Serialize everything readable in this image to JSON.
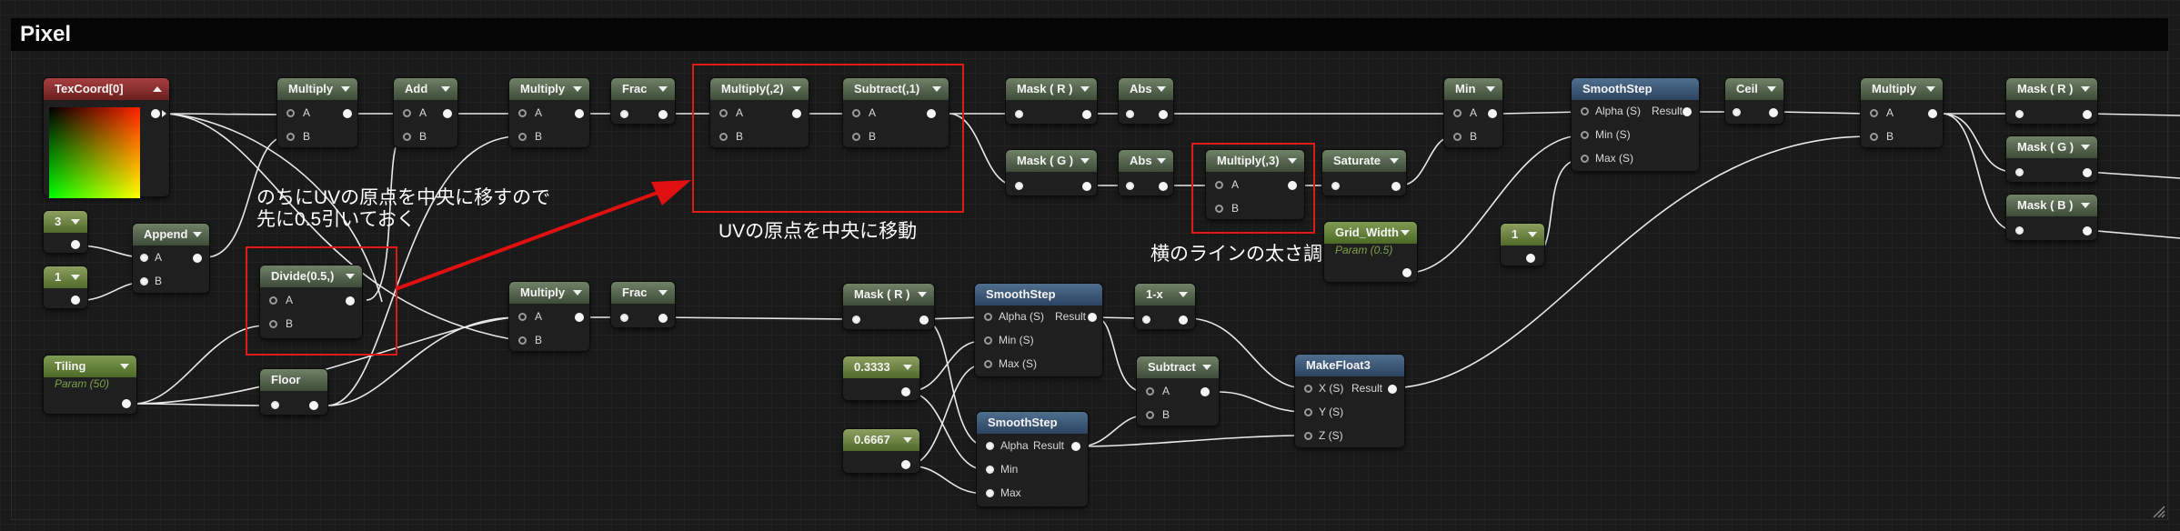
{
  "panel": {
    "title": "Pixel"
  },
  "nodes": {
    "texcoord": {
      "title": "TexCoord[0]"
    },
    "const3": {
      "title": "3"
    },
    "const1a": {
      "title": "1"
    },
    "append": {
      "title": "Append",
      "pins": [
        "A",
        "B"
      ]
    },
    "divide": {
      "title": "Divide(0.5,)",
      "pins": [
        "A",
        "B"
      ]
    },
    "tiling": {
      "title": "Tiling",
      "sub": "Param (50)"
    },
    "floor": {
      "title": "Floor"
    },
    "multiply1": {
      "title": "Multiply",
      "pins": [
        "A",
        "B"
      ]
    },
    "add": {
      "title": "Add",
      "pins": [
        "A",
        "B"
      ]
    },
    "multiply2": {
      "title": "Multiply",
      "pins": [
        "A",
        "B"
      ]
    },
    "frac1": {
      "title": "Frac"
    },
    "multiply3": {
      "title": "Multiply",
      "pins": [
        "A",
        "B"
      ]
    },
    "frac2": {
      "title": "Frac"
    },
    "multiply_2": {
      "title": "Multiply(,2)",
      "pins": [
        "A",
        "B"
      ]
    },
    "subtract_1": {
      "title": "Subtract(,1)",
      "pins": [
        "A",
        "B"
      ]
    },
    "maskR1": {
      "title": "Mask ( R )"
    },
    "abs1": {
      "title": "Abs"
    },
    "maskG1": {
      "title": "Mask ( G )"
    },
    "abs2": {
      "title": "Abs"
    },
    "multiply_3": {
      "title": "Multiply(,3)",
      "pins": [
        "A",
        "B"
      ]
    },
    "saturate": {
      "title": "Saturate"
    },
    "gridwidth": {
      "title": "Grid_Width",
      "sub": "Param (0.5)"
    },
    "min": {
      "title": "Min",
      "pins": [
        "A",
        "B"
      ]
    },
    "const1b": {
      "title": "1"
    },
    "smoothstep1": {
      "title": "SmoothStep",
      "pins": [
        "Alpha (S)",
        "Min (S)",
        "Max (S)"
      ],
      "out": "Result"
    },
    "ceil": {
      "title": "Ceil"
    },
    "multiply4": {
      "title": "Multiply",
      "pins": [
        "A",
        "B"
      ]
    },
    "maskR2": {
      "title": "Mask ( R )"
    },
    "maskG2": {
      "title": "Mask ( G )"
    },
    "maskB2": {
      "title": "Mask ( B )"
    },
    "maskR3": {
      "title": "Mask ( R )"
    },
    "smoothstep2": {
      "title": "SmoothStep",
      "pins": [
        "Alpha (S)",
        "Min (S)",
        "Max (S)"
      ],
      "out": "Result"
    },
    "oneminus": {
      "title": "1-x"
    },
    "subtract": {
      "title": "Subtract",
      "pins": [
        "A",
        "B"
      ]
    },
    "const3333": {
      "title": "0.3333"
    },
    "const6667": {
      "title": "0.6667"
    },
    "smoothstep3": {
      "title": "SmoothStep",
      "pins": [
        "Alpha",
        "Min",
        "Max"
      ],
      "out": "Result"
    },
    "makefloat3": {
      "title": "MakeFloat3",
      "pins": [
        "X (S)",
        "Y (S)",
        "Z (S)"
      ],
      "out": "Result"
    }
  },
  "notes": {
    "offset_line1": "のちにUVの原点を中央に移すので",
    "offset_line2": "先に0.5引いておく",
    "center": "UVの原点を中央に移動",
    "line_width": "横のラインの太さ調整"
  }
}
